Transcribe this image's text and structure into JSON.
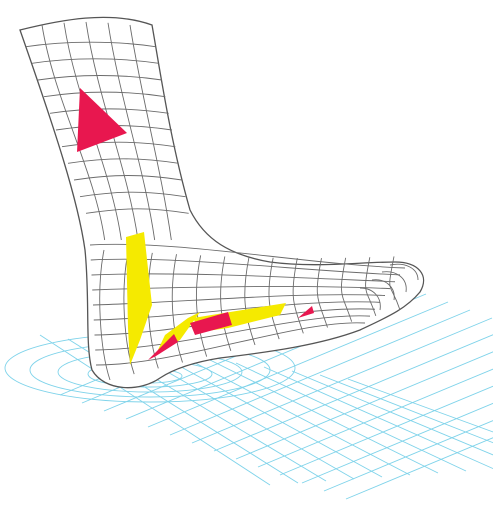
{
  "colors": {
    "background": "#ffffff",
    "mesh": "#6b6b6b",
    "grid": "#7fd3ea",
    "pressure_high": "#e8174f",
    "pressure_mid": "#f5ea00"
  },
  "regions": [
    {
      "name": "shin-triangle",
      "color": "pressure_high"
    },
    {
      "name": "heel-stripe",
      "color": "pressure_mid"
    },
    {
      "name": "arch-stripe",
      "color": "pressure_mid"
    },
    {
      "name": "arch-wedge",
      "color": "pressure_high"
    },
    {
      "name": "midfoot-bar",
      "color": "pressure_high"
    },
    {
      "name": "forefoot-wedge",
      "color": "pressure_high"
    }
  ]
}
